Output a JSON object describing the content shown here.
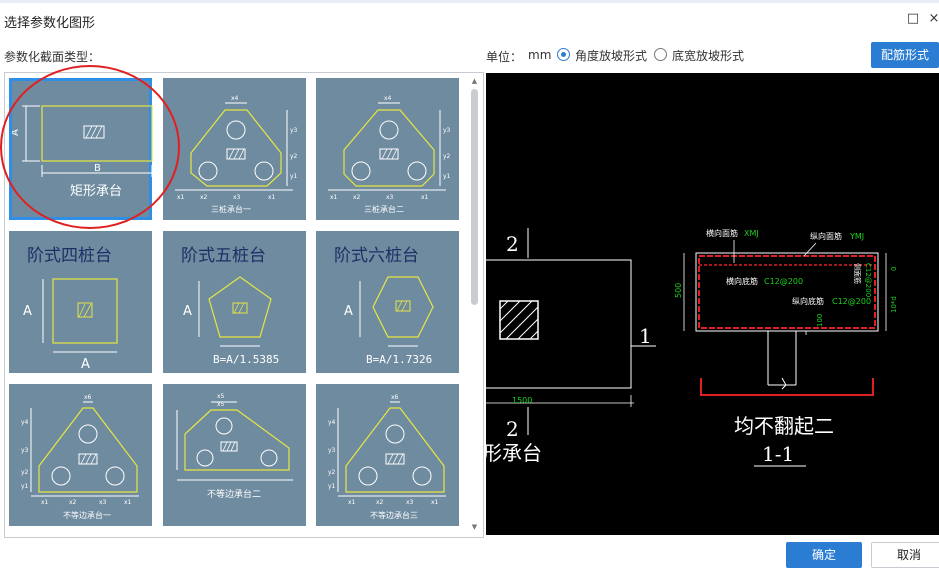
{
  "window": {
    "title": "选择参数化图形",
    "maximize_icon": "□",
    "close_icon": "×"
  },
  "section_label": "参数化截面类型：",
  "unit": {
    "label": "单位：",
    "value": "mm"
  },
  "slope_modes": [
    {
      "label": "角度放坡形式",
      "selected": true
    },
    {
      "label": "底宽放坡形式",
      "selected": false
    }
  ],
  "rebar_button": "配筋形式",
  "tiles": [
    {
      "caption": "矩形承台",
      "dims": [
        "A",
        "B"
      ],
      "selected": true
    },
    {
      "caption": "三桩承台一",
      "dims": [
        "x4",
        "y3",
        "y2",
        "y1",
        "x1",
        "x2",
        "x3",
        "x1"
      ]
    },
    {
      "caption": "三桩承台二",
      "dims": [
        "x4",
        "y3",
        "y2",
        "y1",
        "x1",
        "x2",
        "x3",
        "x1"
      ]
    },
    {
      "caption": "阶式四桩台",
      "dims": [
        "A",
        "A"
      ]
    },
    {
      "caption": "阶式五桩台",
      "dims": [
        "A",
        "B=A/1.5385"
      ]
    },
    {
      "caption": "阶式六桩台",
      "dims": [
        "A",
        "B=A/1.7326"
      ]
    },
    {
      "caption": "不等边承台一",
      "dims": [
        "x6",
        "y4",
        "y3",
        "y2",
        "y1",
        "x1",
        "x2",
        "x3",
        "x1"
      ]
    },
    {
      "caption": "不等边承台二",
      "dims": [
        "x5",
        "x5"
      ]
    },
    {
      "caption": "不等边承台三",
      "dims": [
        "x6",
        "y4",
        "y3",
        "y2",
        "y1",
        "x1",
        "x2",
        "x3",
        "x1"
      ]
    }
  ],
  "preview": {
    "section_mark_top": "2",
    "section_mark_bottom": "2",
    "section_mark_side": "1",
    "width_dim": "1500",
    "plan_caption": "形承台",
    "rebar_labels": {
      "top_transverse": "横向面筋",
      "top_transverse_code": "XMJ",
      "top_longitudinal": "纵向面筋",
      "top_longitudinal_code": "YMJ",
      "bottom_transverse": "横向底筋",
      "bottom_transverse_code": "C12@200",
      "bottom_longitudinal": "纵向底筋",
      "bottom_longitudinal_code": "C12@200",
      "side_bar": "侧面筋",
      "side_bar_code": "C12@200"
    },
    "section_dims": {
      "height": "500",
      "top_cover": "0",
      "bottom_cover": "10*d",
      "pile_embed": "100"
    },
    "section_note": "均不翻起二",
    "section_title": "1-1"
  },
  "footer": {
    "ok": "确定",
    "cancel": "取消"
  },
  "colors": {
    "accent": "#2b7cd3",
    "tile_bg": "#6f8ba0",
    "shape_line": "#e6e642",
    "highlight_circle": "#e02020",
    "cad_red": "#e02020",
    "cad_green": "#1fd11f",
    "cad_white": "#ffffff"
  }
}
